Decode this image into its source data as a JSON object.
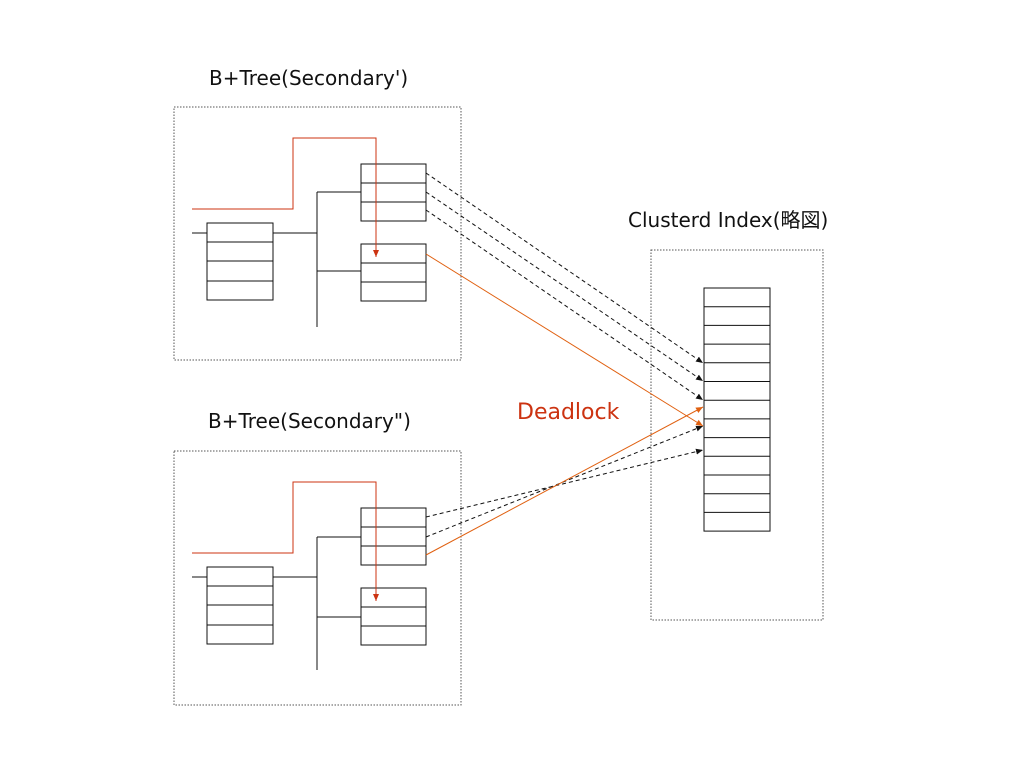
{
  "labels": {
    "tree_primary": "B+Tree(Secondary')",
    "tree_secondary": "B+Tree(Secondary\")",
    "clustered_index": "Clusterd Index(略図)",
    "deadlock": "Deadlock"
  },
  "colors": {
    "ink": "#111111",
    "frame": "#555555",
    "accent_path": "#cc3311",
    "accent_arrow": "#e06010",
    "deadlock_text": "#cc3311"
  }
}
